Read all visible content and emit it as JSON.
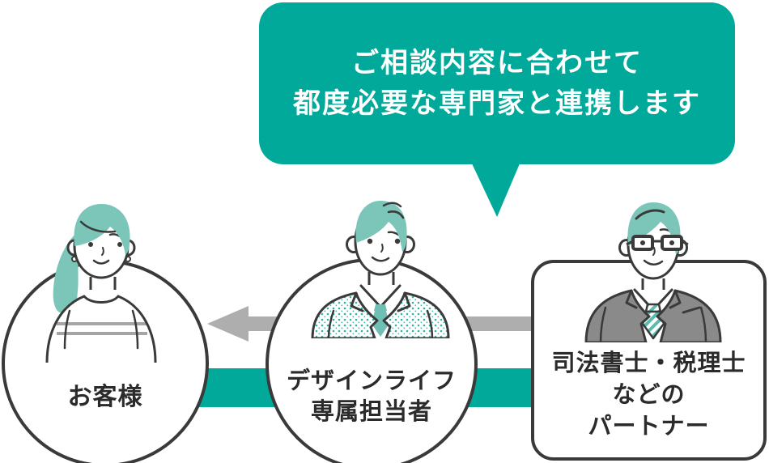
{
  "colors": {
    "accent": "#00a99a",
    "outline": "#3a3a3a",
    "text": "#2b2b2b",
    "hair_teal": "#7cc6b9",
    "arrow_gray": "#aeaeae",
    "suit_gray": "#8a8a8a",
    "suit_dot_teal": "#2fb3a6",
    "tie_teal": "#6fbfb4",
    "tie_stripe_teal": "#5abcaf",
    "shirt_stripe_gray": "#a5a5a5"
  },
  "bubble": {
    "line1": "ご相談内容に合わせて",
    "line2": "都度必要な専門家と連携します"
  },
  "nodes": {
    "customer": {
      "label": "お客様",
      "illustration": "woman-with-teal-hair"
    },
    "staff": {
      "label_line1": "デザインライフ",
      "label_line2": "専属担当者",
      "illustration": "man-in-teal-dotted-suit"
    },
    "partner": {
      "label_line1": "司法書士・税理士",
      "label_line2": "などの",
      "label_line3": "パートナー",
      "illustration": "man-with-glasses-gray-suit"
    }
  },
  "connectors": {
    "arrow": "gray-arrow-pointing-left",
    "band": "teal-band"
  }
}
